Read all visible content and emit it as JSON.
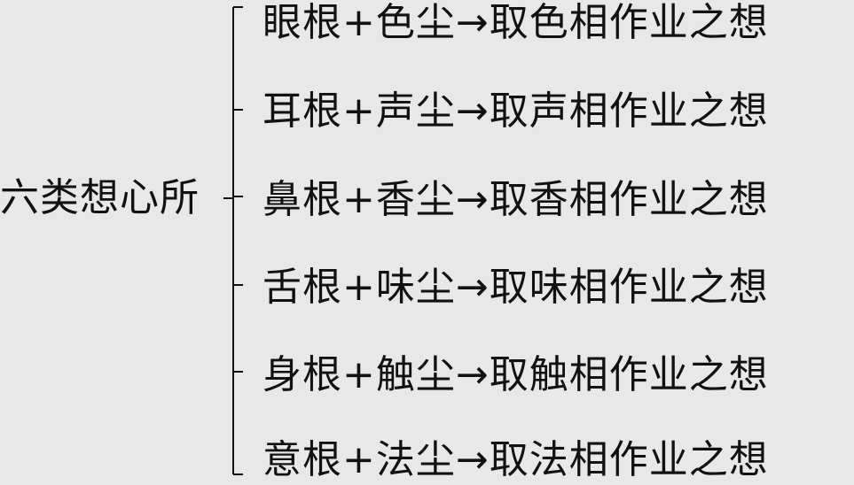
{
  "diagram": {
    "root": "六类想心所",
    "branches": [
      {
        "label": "眼根+色尘→取色相作业之想"
      },
      {
        "label": "耳根+声尘→取声相作业之想"
      },
      {
        "label": "鼻根+香尘→取香相作业之想"
      },
      {
        "label": "舌根+味尘→取味相作业之想"
      },
      {
        "label": "身根+触尘→取触相作业之想"
      },
      {
        "label": "意根+法尘→取法相作业之想"
      }
    ],
    "colors": {
      "background": "#e8e8e8",
      "text": "#111111",
      "line": "#111111"
    }
  }
}
